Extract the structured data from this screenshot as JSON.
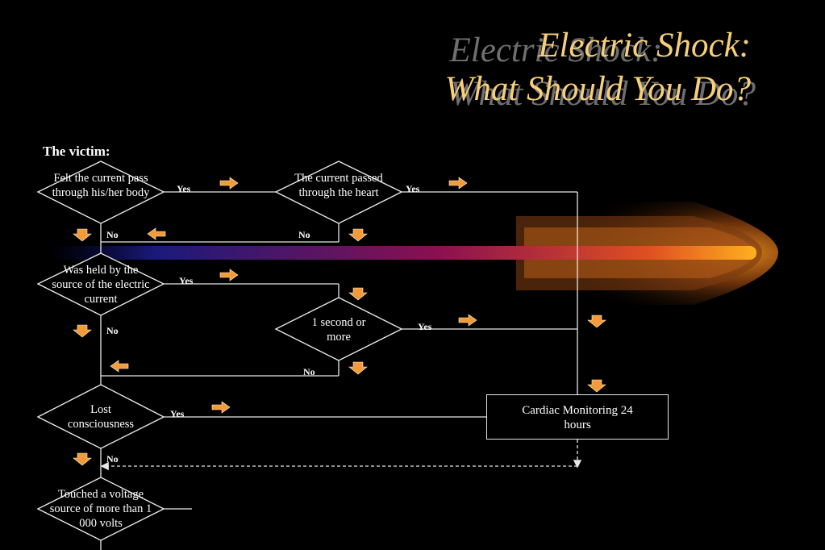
{
  "title": {
    "line1": "Electric Shock:",
    "line2": "What Should You Do?"
  },
  "diagram": {
    "heading": "The victim:",
    "nodes": {
      "felt_current": "Felt the current pass through his/her body",
      "current_heart": "The current passed through the heart",
      "held_by_source": "Was held by the source of the electric current",
      "one_second": "1 second or more",
      "lost_consciousness": "Lost consciousness",
      "touched_voltage": "Touched a voltage source of more than 1 000 volts",
      "cardiac_monitoring": "Cardiac Monitoring 24 hours"
    },
    "labels": {
      "yes": "Yes",
      "no": "No"
    }
  },
  "colors": {
    "title": "#f5cf79",
    "title_shadow": "#6e6e6e",
    "arrow": "#f39a3a",
    "line": "#e8e8e8"
  }
}
